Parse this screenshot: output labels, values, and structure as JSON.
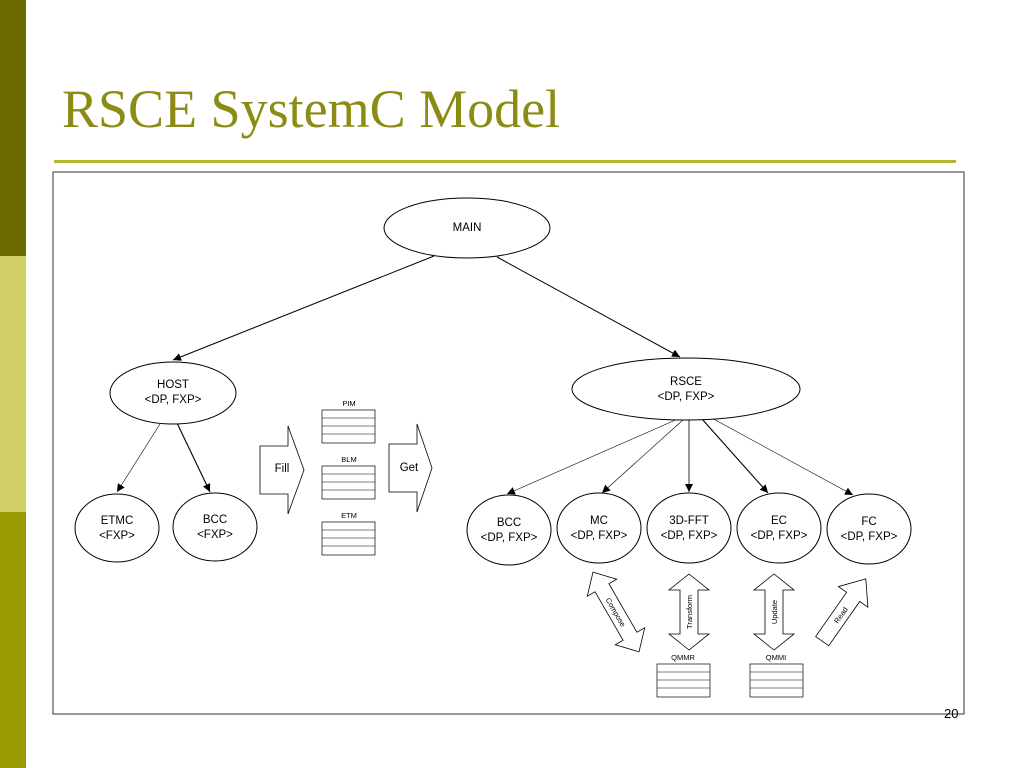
{
  "slide": {
    "title": "RSCE SystemC Model",
    "page_number": "20"
  },
  "colors": {
    "sidebar_dark": "#6b6b00",
    "sidebar_light": "#cfcf66",
    "sidebar_mid": "#999900",
    "title": "#8c8c14",
    "rule": "#b6b62e"
  },
  "diagram": {
    "nodes": {
      "main": {
        "line1": "MAIN"
      },
      "host": {
        "line1": "HOST",
        "line2": "<DP, FXP>"
      },
      "rsce": {
        "line1": "RSCE",
        "line2": "<DP, FXP>"
      },
      "etmc": {
        "line1": "ETMC",
        "line2": "<FXP>"
      },
      "bcc_host": {
        "line1": "BCC",
        "line2": "<FXP>"
      },
      "bcc_rsce": {
        "line1": "BCC",
        "line2": "<DP, FXP>"
      },
      "mc": {
        "line1": "MC",
        "line2": "<DP, FXP>"
      },
      "fft": {
        "line1": "3D-FFT",
        "line2": "<DP, FXP>"
      },
      "ec": {
        "line1": "EC",
        "line2": "<DP, FXP>"
      },
      "fc": {
        "line1": "FC",
        "line2": "<DP, FXP>"
      }
    },
    "memories": {
      "pim": "PIM",
      "blm": "BLM",
      "etm": "ETM",
      "qmmr": "QMMR",
      "qmmi": "QMMI"
    },
    "arrows": {
      "fill": "Fill",
      "get": "Get",
      "compose": "Compose",
      "transform": "Transform",
      "update": "Update",
      "read": "Read"
    }
  }
}
